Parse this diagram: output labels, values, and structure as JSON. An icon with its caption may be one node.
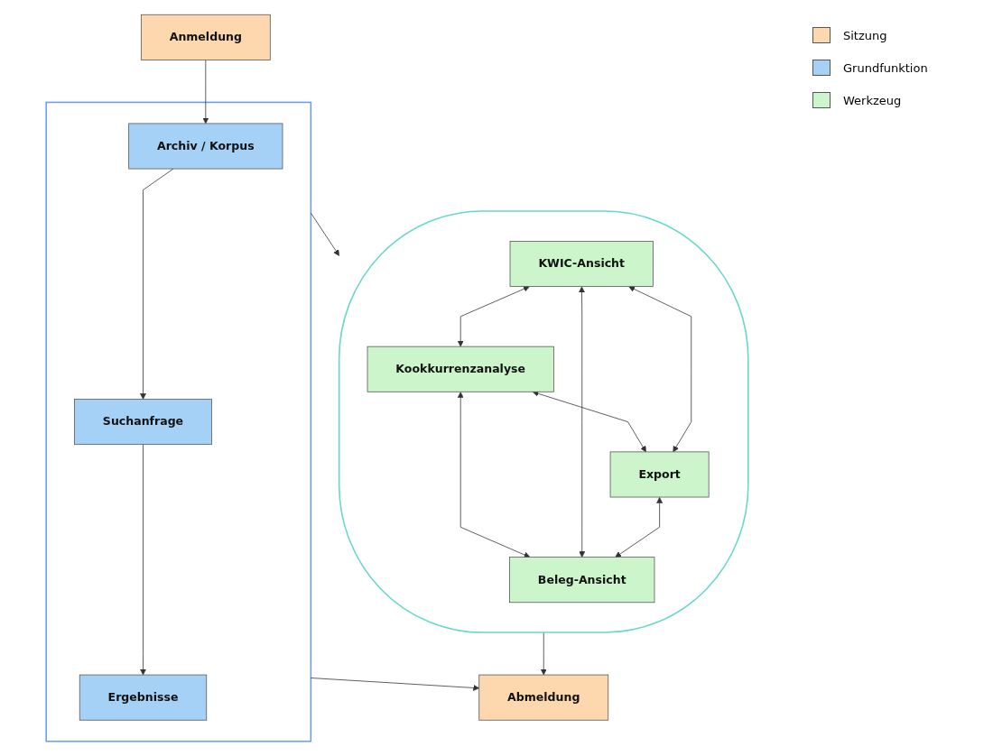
{
  "diagram": {
    "nodes": [
      {
        "text": [
          "Anmeldung"
        ]
      },
      {
        "text": [],
        "shape": "box"
      },
      {
        "text": [
          "Archiv / Korpus"
        ],
        "in": 1
      },
      {
        "text": [
          "Suchanfrage"
        ],
        "in": 1
      },
      {
        "text": [
          "Ergebnisse"
        ],
        "in": 1
      },
      {
        "text": [
          "Abmeldung"
        ]
      },
      {
        "text": [],
        "shape": "ellipse"
      },
      {
        "text": [
          "Kookkurrenzanalyse"
        ],
        "in": 6
      },
      {
        "text": [
          "KWIC-Ansicht"
        ],
        "in": 6
      },
      {
        "text": [
          "Beleg-Ansicht"
        ],
        "in": 6
      },
      {
        "text": [
          "Export"
        ],
        "in": 6
      }
    ],
    "edges": [
      {
        "from": 0,
        "to": 2,
        "arrow": "to"
      },
      {
        "from": 2,
        "to": 3,
        "arrow": "to"
      },
      {
        "from": 3,
        "to": 4,
        "arrow": "to"
      },
      {
        "from": 1,
        "to": 5,
        "arrow": "to"
      },
      {
        "from": 1,
        "to": 6,
        "arrow": "to"
      },
      {
        "from": 8,
        "to": 7,
        "arrow": "both"
      },
      {
        "from": 7,
        "to": 9,
        "arrow": "both"
      },
      {
        "from": 8,
        "to": 9,
        "arrow": "both"
      },
      {
        "from": 7,
        "to": 10,
        "arrow": "both"
      },
      {
        "from": 8,
        "to": 10,
        "arrow": "both"
      },
      {
        "from": 10,
        "to": 9,
        "arrow": "both"
      },
      {
        "from": 6,
        "to": 5,
        "arrow": "to"
      }
    ],
    "legend": [
      {
        "text": "Sitzung",
        "color": "#fdd7ad"
      },
      {
        "text": "Grundfunktion",
        "color": "#a6d1f7"
      },
      {
        "text": "Werkzeug",
        "color": "#ccf5cc"
      }
    ]
  }
}
